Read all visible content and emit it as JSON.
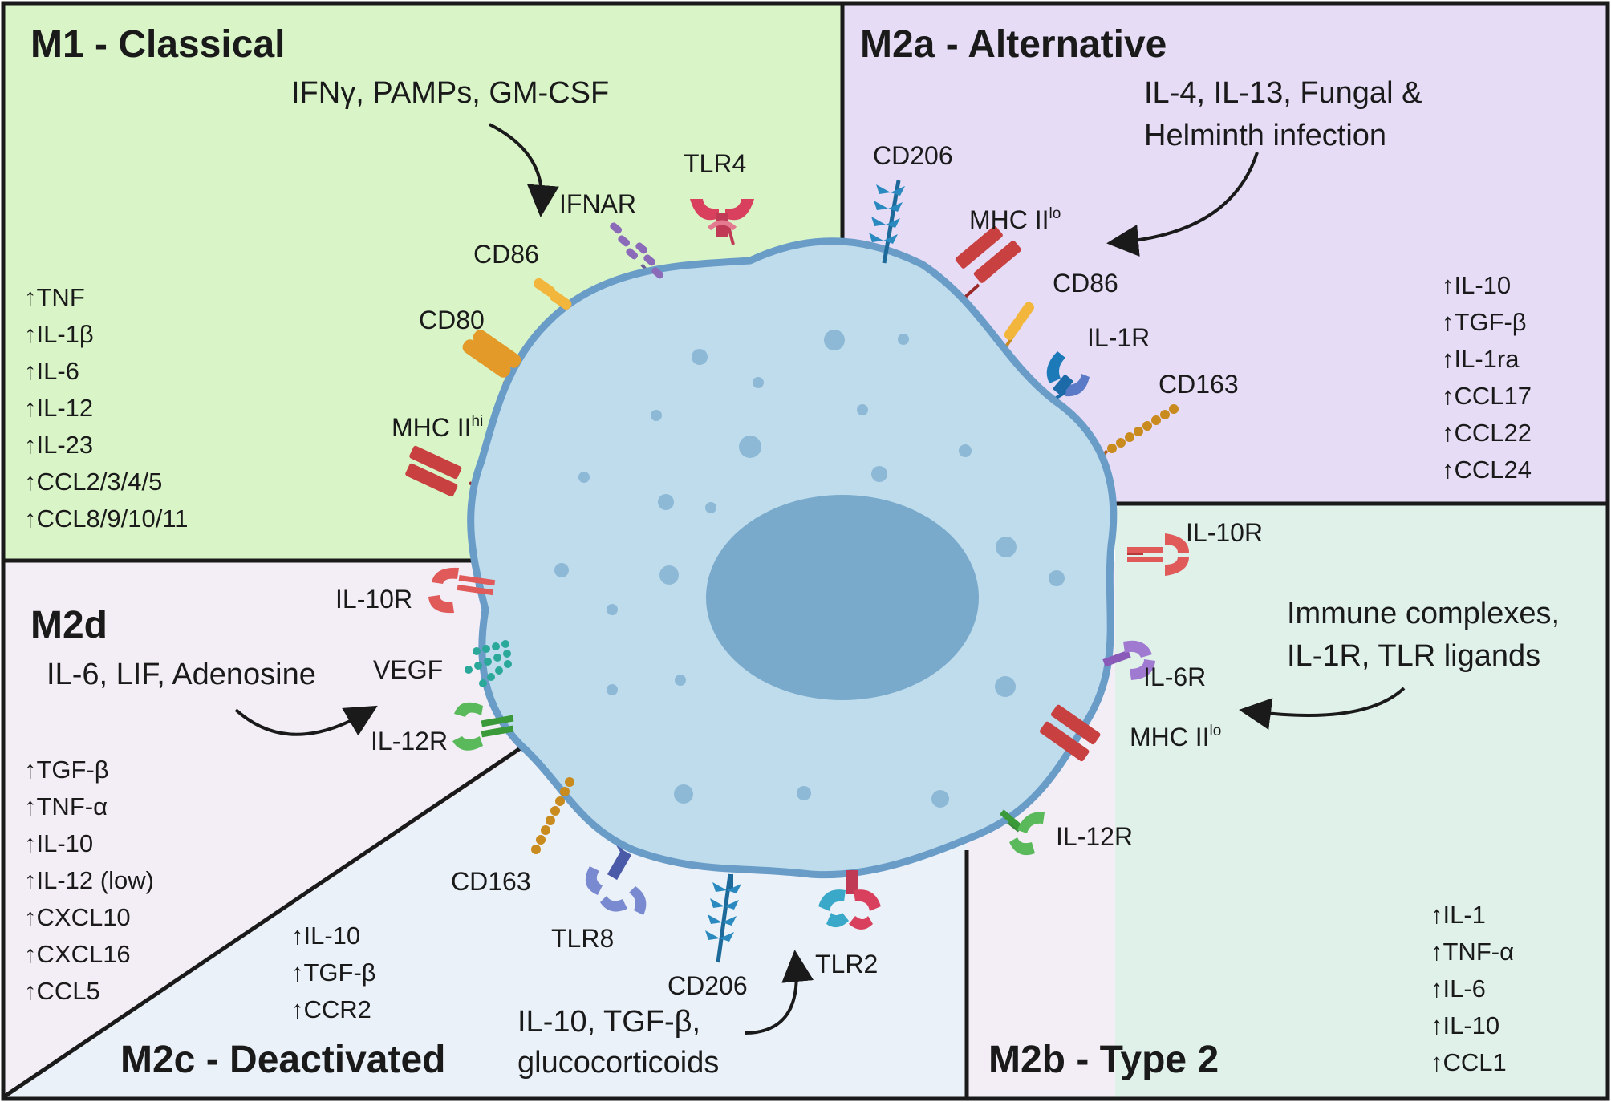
{
  "colors": {
    "m1": "#d9f5c8",
    "m2a": "#e6dcf6",
    "m2b": "#e0f1ea",
    "m2c": "#eaf1f8",
    "m2d": "#f3eef6",
    "cell": "#bedcec",
    "cell_outline": "#6a9cc8",
    "nucleus": "#7aaacb",
    "granule": "#8db9d6"
  },
  "panels": {
    "m1": {
      "title": "M1 - Classical",
      "stimulus": "IFNγ, PAMPs, GM-CSF",
      "markers": [
        "↑TNF",
        "↑IL-1β",
        "↑IL-6",
        "↑IL-12",
        "↑IL-23",
        "↑CCL2/3/4/5",
        "↑CCL8/9/10/11"
      ],
      "receptors": {
        "tlr4": "TLR4",
        "ifnar": "IFNAR",
        "cd86": "CD86",
        "cd80": "CD80",
        "mhc_main": "MHC II",
        "mhc_sup": "hi"
      }
    },
    "m2a": {
      "title": "M2a - Alternative",
      "stimulus": [
        "IL-4, IL-13, Fungal &",
        "Helminth infection"
      ],
      "markers": [
        "↑IL-10",
        "↑TGF-β",
        "↑IL-1ra",
        "↑CCL17",
        "↑CCL22",
        "↑CCL24"
      ],
      "receptors": {
        "cd206": "CD206",
        "mhc_main": "MHC II",
        "mhc_sup": "lo",
        "cd86": "CD86",
        "il1r": "IL-1R",
        "cd163": "CD163"
      }
    },
    "m2b": {
      "title": "M2b - Type 2",
      "stimulus": [
        "Immune complexes,",
        "IL-1R, TLR ligands"
      ],
      "markers": [
        "↑IL-1",
        "↑TNF-α",
        "↑IL-6",
        "↑IL-10",
        "↑CCL1"
      ],
      "receptors": {
        "il10r": "IL-10R",
        "il6r": "IL-6R",
        "mhc_main": "MHC II",
        "mhc_sup": "lo",
        "il12r": "IL-12R"
      }
    },
    "m2c": {
      "title": "M2c - Deactivated",
      "stimulus": [
        "IL-10, TGF-β,",
        "glucocorticoids"
      ],
      "markers": [
        "↑IL-10",
        "↑TGF-β",
        "↑CCR2"
      ],
      "receptors": {
        "cd163": "CD163",
        "tlr8": "TLR8",
        "cd206": "CD206",
        "tlr2": "TLR2"
      }
    },
    "m2d": {
      "title": "M2d",
      "stimulus": "IL-6, LIF, Adenosine",
      "markers": [
        "↑TGF-β",
        "↑TNF-α",
        "↑IL-10",
        "↑IL-12 (low)",
        "↑CXCL10",
        "↑CXCL16",
        "↑CCL5"
      ],
      "receptors": {
        "il10r": "IL-10R",
        "vegf": "VEGF",
        "il12r": "IL-12R"
      }
    }
  }
}
